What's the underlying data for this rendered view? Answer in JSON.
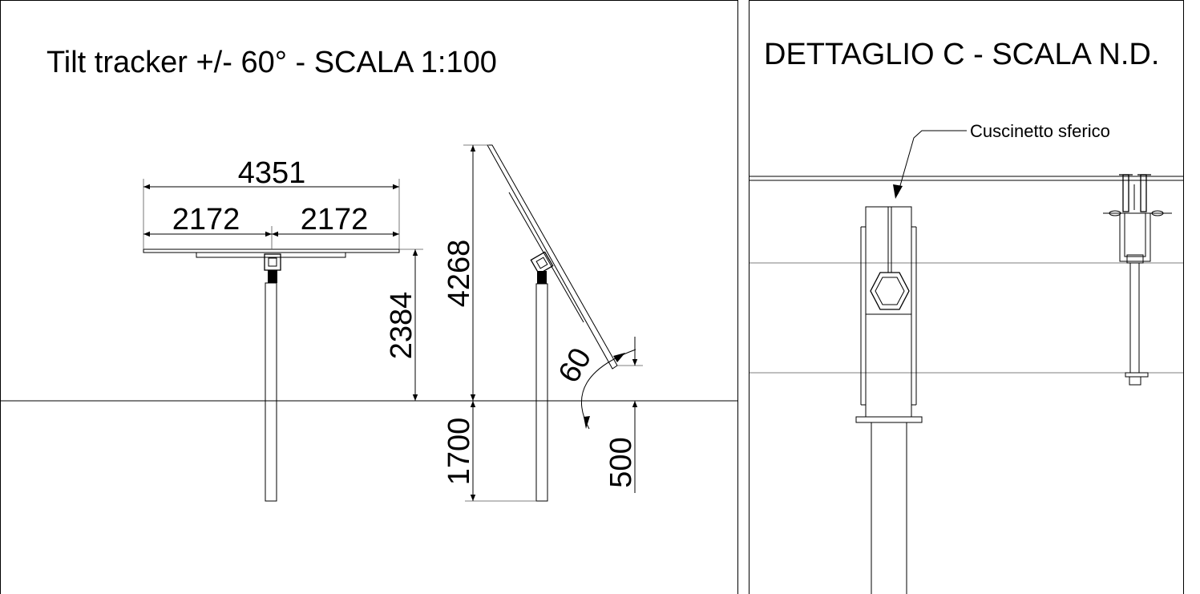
{
  "left_panel": {
    "title": "Tilt tracker +/- 60° - SCALA 1:100",
    "dims": {
      "total_width": "4351",
      "half_left": "2172",
      "half_right": "2172",
      "axis_height": "2384",
      "max_height": "4268",
      "embed_depth": "1700",
      "tilt_angle": "60",
      "ground_clearance": "500"
    }
  },
  "right_panel": {
    "title": "DETTAGLIO C - SCALA N.D.",
    "callout": "Cuscinetto sferico"
  }
}
